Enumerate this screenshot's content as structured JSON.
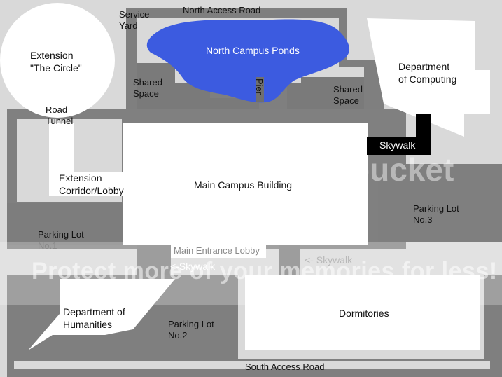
{
  "colors": {
    "background": "#d9d9d9",
    "road": "#7f7f7f",
    "building": "#ffffff",
    "pond": "#3c5be0",
    "skywalk_box": "#000000",
    "shared_space": "#7a7a7a"
  },
  "labels": {
    "service_yard": "Service\nYard",
    "north_access_road": "North Access Road",
    "north_campus_ponds": "North Campus Ponds",
    "pier": "Pier",
    "shared_space_left": "Shared\nSpace",
    "shared_space_right": "Shared\nSpace",
    "extension_circle": "Extension\n\"The Circle\"",
    "department_of_computing": "Department\nof Computing",
    "road_tunnel": "Road\nTunnel",
    "skywalk_box": "Skywalk",
    "extension_corridor": "Extension\nCorridor/Lobby",
    "main_campus_building": "Main Campus Building",
    "parking_lot_1": "Parking Lot",
    "parking_lot_1_no": "No.1",
    "parking_lot_3": "Parking Lot\nNo.3",
    "main_entrance_lobby": "Main Entrance Lobby",
    "skywalk_left": "<-Skywalk",
    "skywalk_right": "<- Skywalk",
    "department_of_humanities": "Department of\nHumanities",
    "parking_lot_2": "Parking Lot\nNo.2",
    "dormitories": "Dormitories",
    "south_access_road": "South Access Road"
  },
  "watermark": {
    "text": "Protect more of your memories for less!",
    "brand": "bucket"
  }
}
